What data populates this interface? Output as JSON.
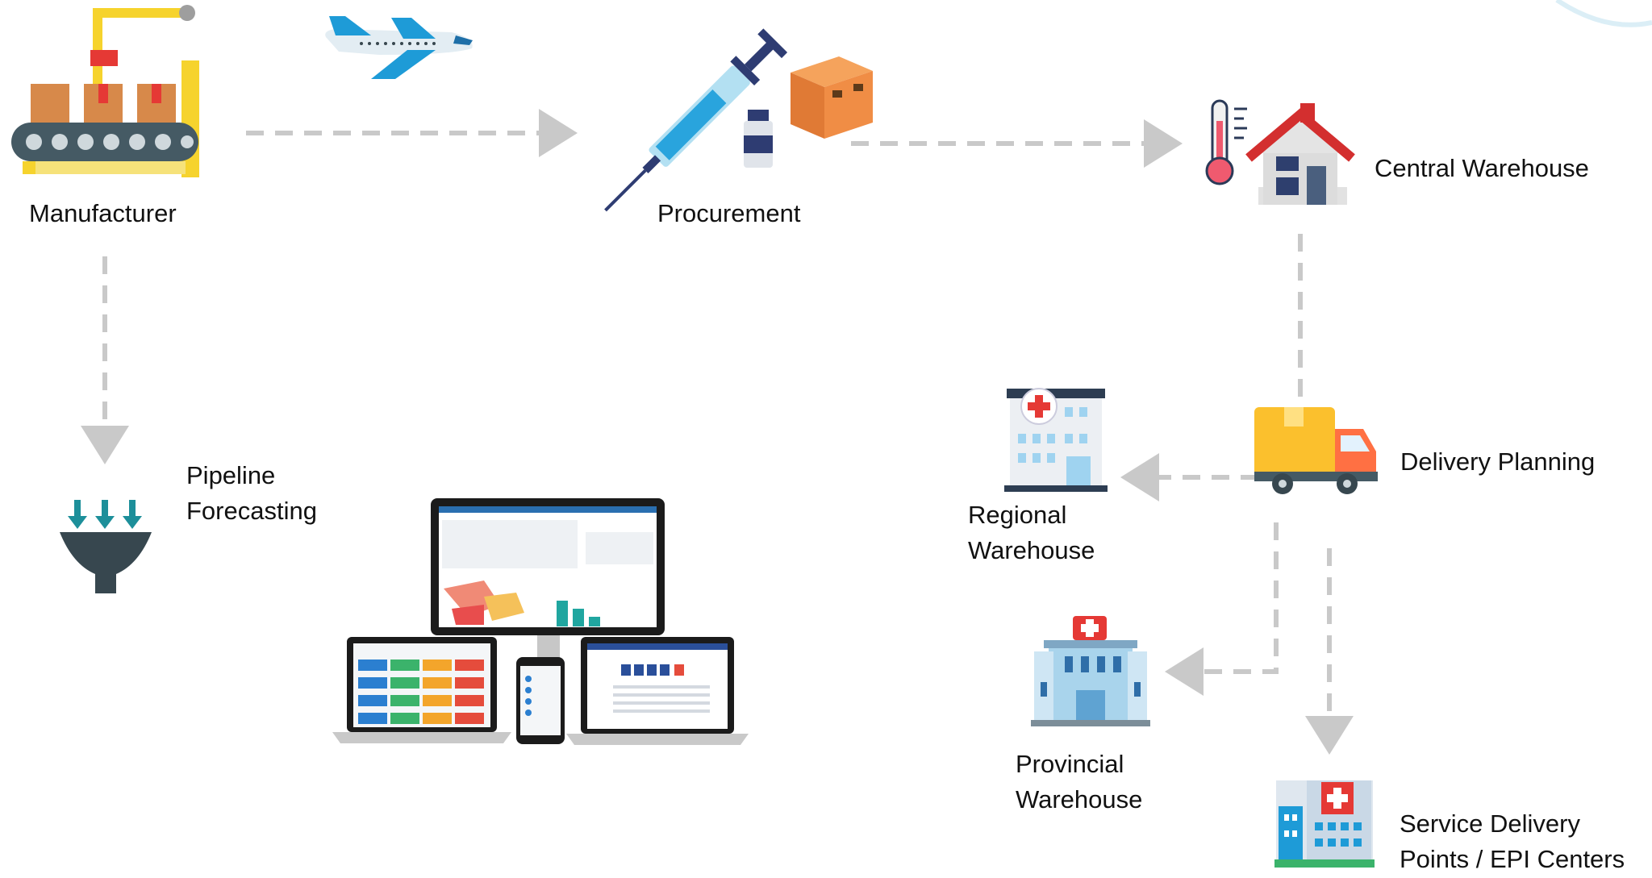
{
  "nodes": {
    "manufacturer": {
      "label": "Manufacturer"
    },
    "procurement": {
      "label": "Procurement"
    },
    "central_warehouse": {
      "label": "Central Warehouse"
    },
    "pipeline_forecasting": {
      "line1": "Pipeline",
      "line2": "Forecasting"
    },
    "delivery_planning": {
      "label": "Delivery Planning"
    },
    "regional_warehouse": {
      "line1": "Regional",
      "line2": "Warehouse"
    },
    "provincial_warehouse": {
      "line1": "Provincial",
      "line2": "Warehouse"
    },
    "service_delivery": {
      "line1": "Service Delivery",
      "line2": "Points / EPI Centers"
    }
  },
  "colors": {
    "arrow": "#c9c9c9",
    "accent": "#1f8fd6",
    "teal": "#1ba39c"
  },
  "icons": [
    "conveyor-belt-icon",
    "airplane-icon",
    "syringe-icon",
    "vial-icon",
    "box-icon",
    "thermometer-icon",
    "house-icon",
    "funnel-icon",
    "devices-icon",
    "hospital-icon",
    "delivery-truck-icon",
    "clinic-icon"
  ]
}
